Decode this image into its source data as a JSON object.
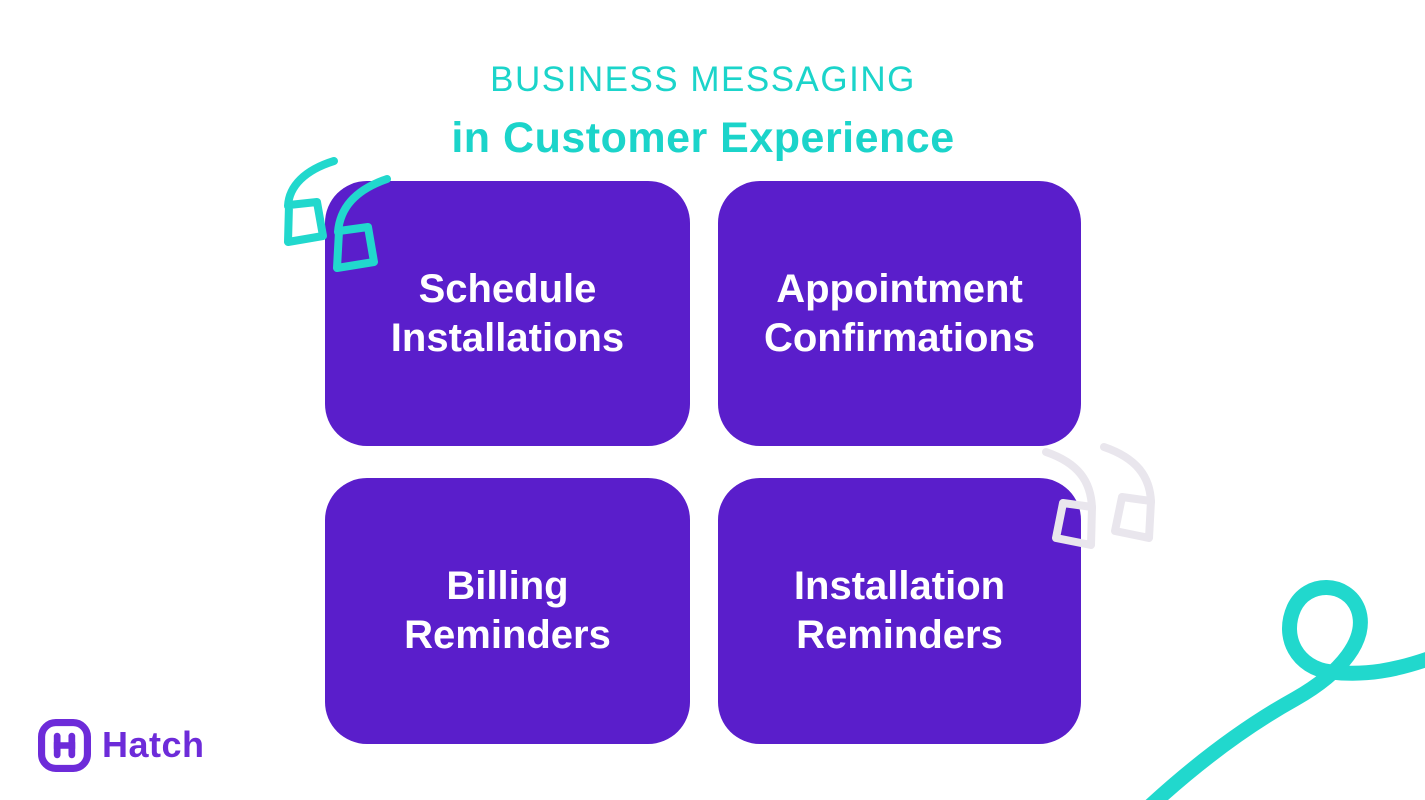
{
  "colors": {
    "bg": "#ffffff",
    "purple": "#5a1ecb",
    "logoPurple": "#6d2bd9",
    "teal": "#1bd4ca",
    "tealBright": "#21d8cd",
    "quoteGray": "#e9e6ed",
    "white": "#ffffff"
  },
  "header": {
    "eyebrow": "BUSINESS MESSAGING",
    "title": "in Customer Experience"
  },
  "cards": [
    {
      "label": "Schedule\nInstallations"
    },
    {
      "label": "Appointment\nConfirmations"
    },
    {
      "label": "Billing\nReminders"
    },
    {
      "label": "Installation\nReminders"
    }
  ],
  "logo": {
    "text": "Hatch"
  },
  "decorations": {
    "opening_quotes_icon": "hand-drawn-opening-quote-marks",
    "closing_quotes_icon": "hand-drawn-closing-quote-marks",
    "squiggle_icon": "cursive-loop-squiggle"
  }
}
